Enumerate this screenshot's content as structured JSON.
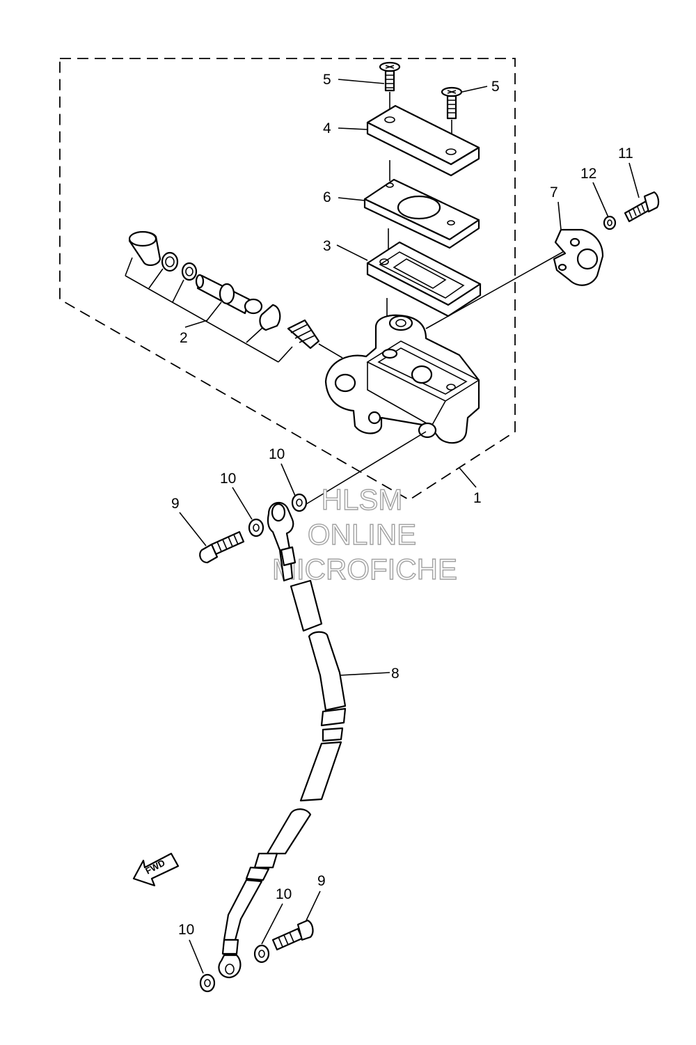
{
  "callouts": {
    "c1": "1",
    "c2": "2",
    "c3": "3",
    "c4": "4",
    "c5a": "5",
    "c5b": "5",
    "c6": "6",
    "c7": "7",
    "c8": "8",
    "c9a": "9",
    "c9b": "9",
    "c10a": "10",
    "c10b": "10",
    "c10c": "10",
    "c10d": "10",
    "c11": "11",
    "c12": "12"
  },
  "watermark": {
    "line1": "HLSM",
    "line2": "ONLINE",
    "line3": "MICROFICHE"
  },
  "fwd_label": "FWD",
  "colors": {
    "line": "#000000",
    "background": "#ffffff",
    "watermark_stroke": "#a0a0a0"
  }
}
